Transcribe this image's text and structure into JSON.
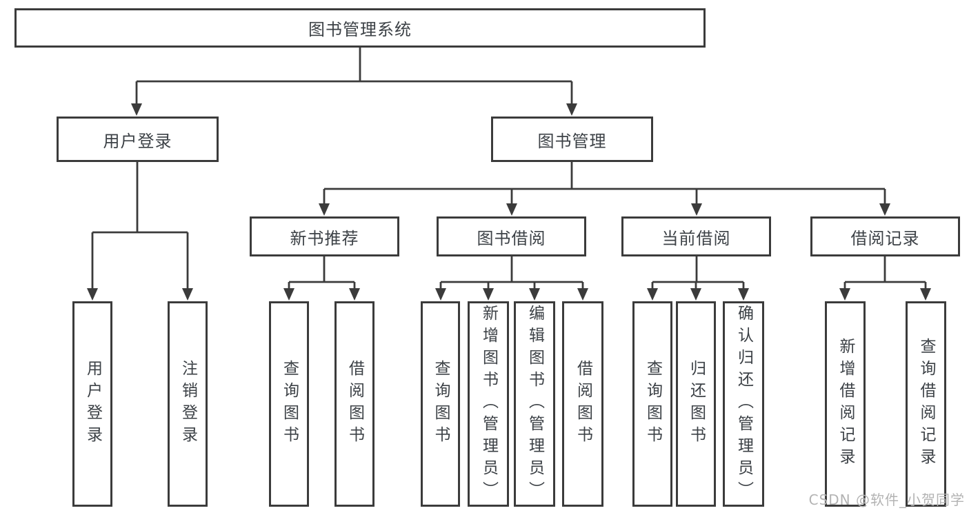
{
  "diagram": {
    "title_node": {
      "label": "图书管理系统"
    },
    "level2": [
      {
        "label": "用户登录"
      },
      {
        "label": "图书管理"
      }
    ],
    "level3": [
      {
        "label": "新书推荐",
        "parent": "图书管理"
      },
      {
        "label": "图书借阅",
        "parent": "图书管理"
      },
      {
        "label": "当前借阅",
        "parent": "图书管理"
      },
      {
        "label": "借阅记录",
        "parent": "图书管理"
      }
    ],
    "leaves": [
      {
        "label": "用户登录",
        "parent": "用户登录"
      },
      {
        "label": "注销登录",
        "parent": "用户登录"
      },
      {
        "label": "查询图书",
        "parent": "新书推荐"
      },
      {
        "label": "借阅图书",
        "parent": "新书推荐"
      },
      {
        "label": "查询图书",
        "parent": "图书借阅"
      },
      {
        "label": "新增图书（管理员）",
        "parent": "图书借阅"
      },
      {
        "label": "编辑图书（管理员）",
        "parent": "图书借阅"
      },
      {
        "label": "借阅图书",
        "parent": "图书借阅"
      },
      {
        "label": "查询图书",
        "parent": "当前借阅"
      },
      {
        "label": "归还图书",
        "parent": "当前借阅"
      },
      {
        "label": "确认归还（管理员）",
        "parent": "当前借阅"
      },
      {
        "label": "新增借阅记录",
        "parent": "借阅记录"
      },
      {
        "label": "查询借阅记录",
        "parent": "借阅记录"
      }
    ],
    "colors": {
      "line": "#3b3b3b",
      "text": "#3c4146",
      "background": "#ffffff"
    }
  },
  "watermark": {
    "text": "CSDN @软件_小贺同学",
    "color": "#b3b3b3"
  }
}
